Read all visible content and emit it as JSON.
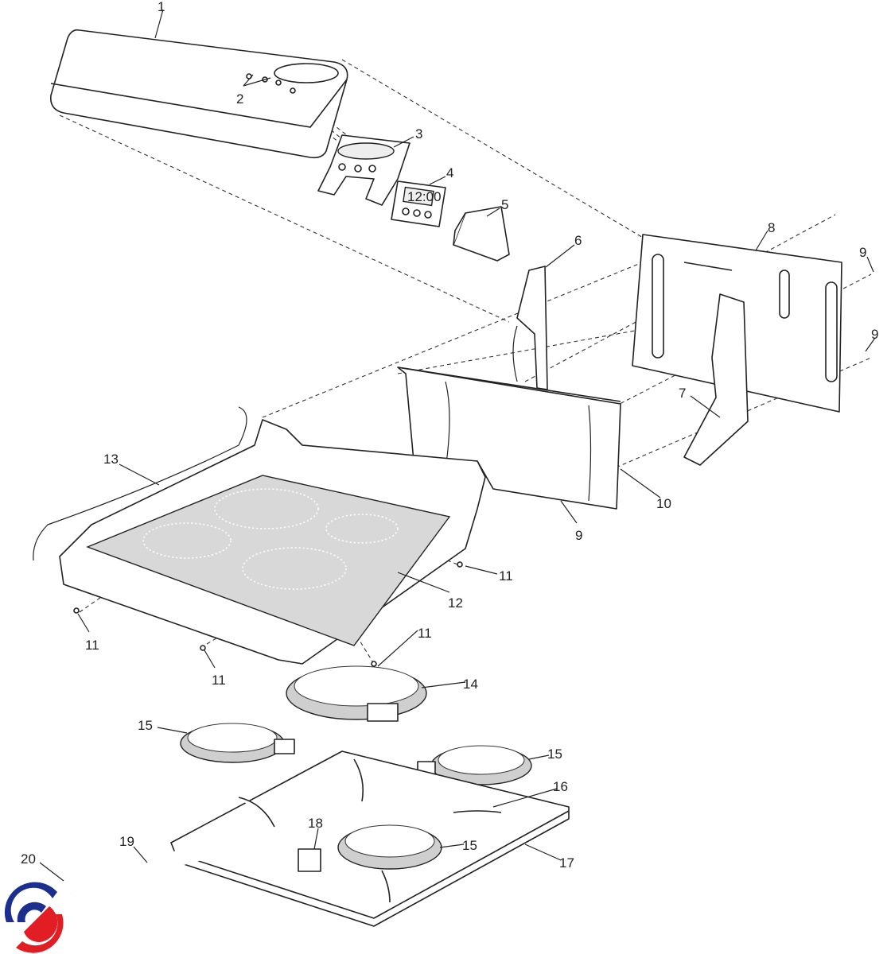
{
  "title": "Cooktop exploded parts diagram",
  "callouts": [
    {
      "id": "c1",
      "text": "1"
    },
    {
      "id": "c2",
      "text": "2"
    },
    {
      "id": "c3",
      "text": "3"
    },
    {
      "id": "c4",
      "text": "4"
    },
    {
      "id": "c5",
      "text": "5"
    },
    {
      "id": "c6",
      "text": "6"
    },
    {
      "id": "c7",
      "text": "7"
    },
    {
      "id": "c8",
      "text": "8"
    },
    {
      "id": "c9a",
      "text": "9"
    },
    {
      "id": "c9b",
      "text": "9"
    },
    {
      "id": "c9c",
      "text": "9"
    },
    {
      "id": "c10",
      "text": "10"
    },
    {
      "id": "c11a",
      "text": "11"
    },
    {
      "id": "c11b",
      "text": "11"
    },
    {
      "id": "c11c",
      "text": "11"
    },
    {
      "id": "c11d",
      "text": "11"
    },
    {
      "id": "c12",
      "text": "12"
    },
    {
      "id": "c13",
      "text": "13"
    },
    {
      "id": "c14",
      "text": "14"
    },
    {
      "id": "c15a",
      "text": "15"
    },
    {
      "id": "c15b",
      "text": "15"
    },
    {
      "id": "c15c",
      "text": "15"
    },
    {
      "id": "c16",
      "text": "16"
    },
    {
      "id": "c17",
      "text": "17"
    },
    {
      "id": "c18",
      "text": "18"
    },
    {
      "id": "c19",
      "text": "19"
    },
    {
      "id": "c20",
      "text": "20"
    }
  ],
  "timer_display": "12:00",
  "colors": {
    "logo_blue": "#1c2f8f",
    "logo_red": "#e01e24"
  }
}
